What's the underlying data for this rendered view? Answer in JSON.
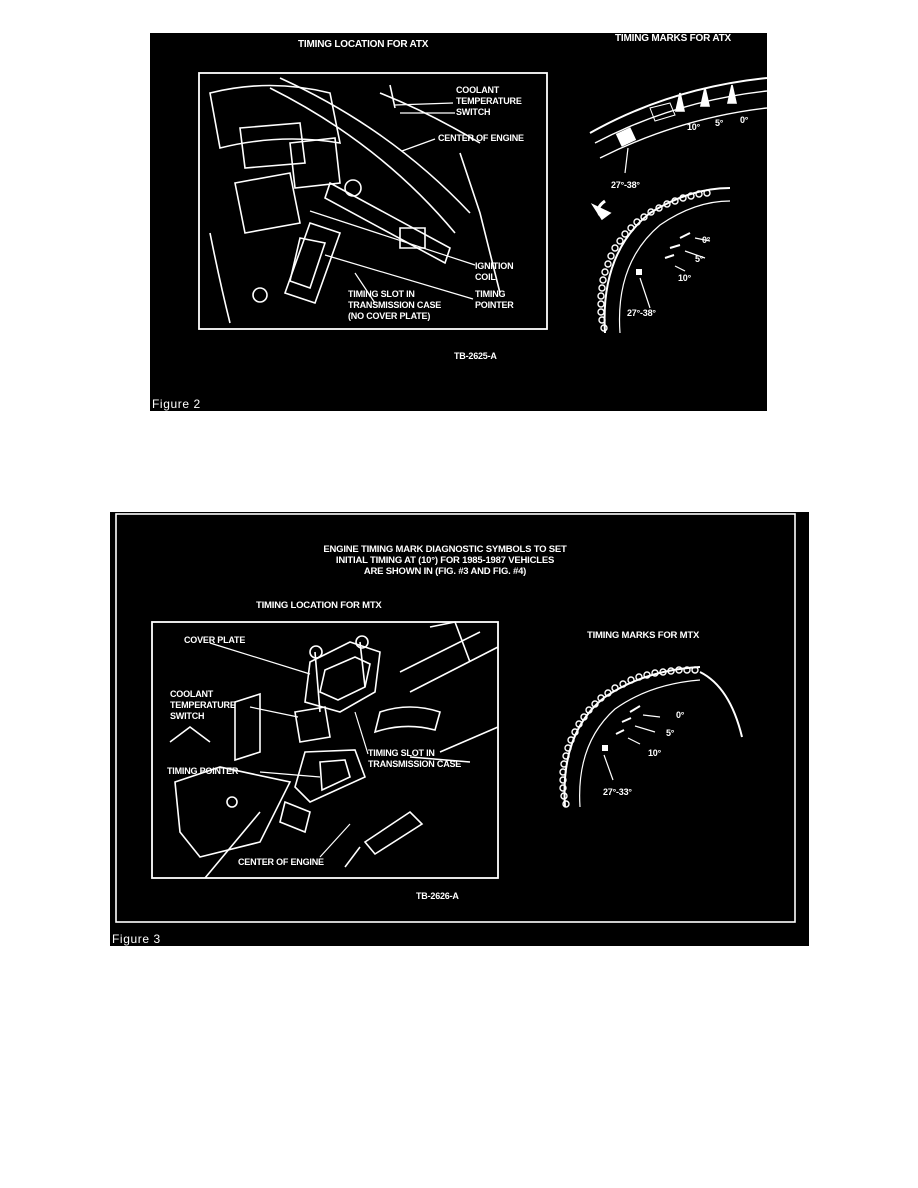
{
  "fig2": {
    "title_left": "TIMING LOCATION FOR ATX",
    "title_right": "TIMING MARKS FOR ATX",
    "labels": {
      "coolant": "COOLANT\nTEMPERATURE\nSWITCH",
      "center": "CENTER OF ENGINE",
      "ignition": "IGNITION\nCOIL",
      "pointer": "TIMING\nPOINTER",
      "slot": "TIMING SLOT IN\nTRANSMISSION CASE\n(NO COVER PLATE)",
      "code": "TB-2625-A"
    },
    "marks_top": {
      "deg10": "10°",
      "deg5": "5°",
      "deg0": "0°",
      "range": "27°-38°"
    },
    "marks_bottom": {
      "deg0": "0°",
      "deg5": "5°",
      "deg10": "10°",
      "range": "27°-38°"
    },
    "caption": "Figure 2"
  },
  "fig3": {
    "heading": "ENGINE TIMING MARK DIAGNOSTIC SYMBOLS TO SET\nINITIAL TIMING AT (10°) FOR 1985-1987 VEHICLES\nARE SHOWN IN (FIG. #3 AND FIG. #4)",
    "title_left": "TIMING LOCATION FOR MTX",
    "title_right": "TIMING MARKS FOR MTX",
    "labels": {
      "cover": "COVER PLATE",
      "coolant": "COOLANT\nTEMPERATURE\nSWITCH",
      "slot": "TIMING SLOT IN\nTRANSMISSION CASE",
      "pointer": "TIMING POINTER",
      "center": "CENTER OF ENGINE",
      "code": "TB-2626-A"
    },
    "marks": {
      "deg0": "0°",
      "deg5": "5°",
      "deg10": "10°",
      "range": "27°-33°"
    },
    "caption": "Figure 3"
  }
}
